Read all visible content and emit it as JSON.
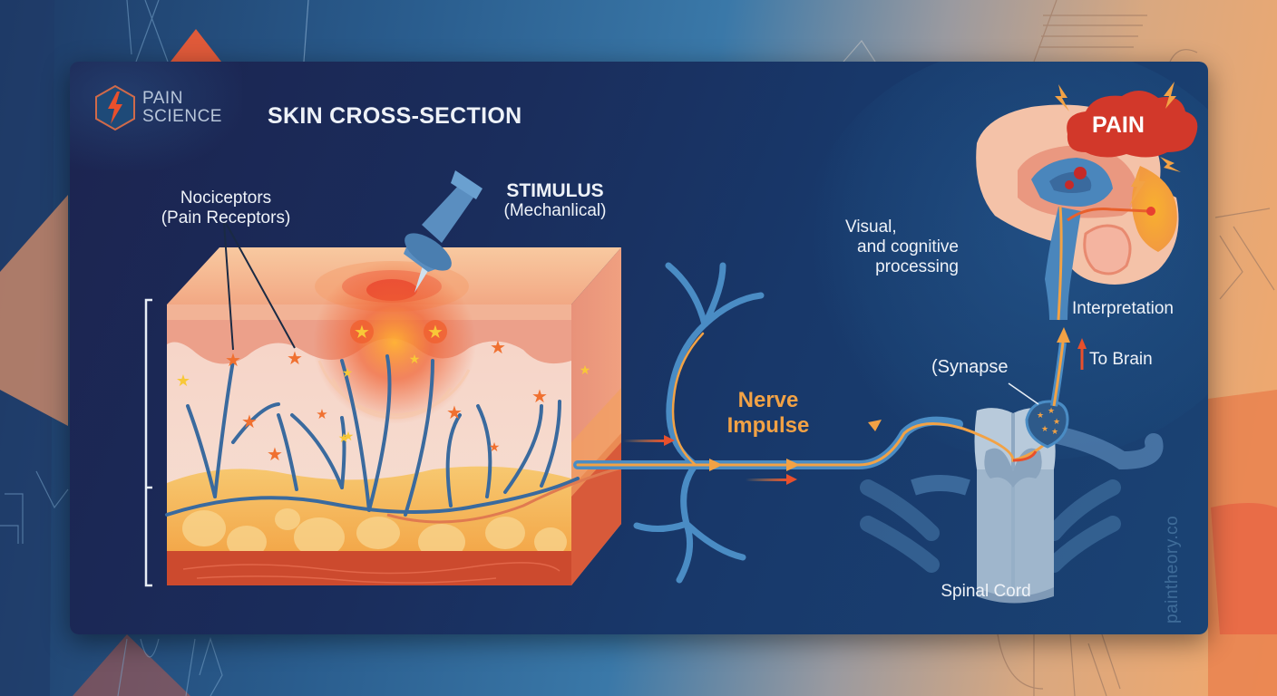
{
  "brand": {
    "logo_icon": "lightning-hexagon-icon",
    "name_line1": "PAIN",
    "name_line2": "SCIENCE"
  },
  "header": {
    "title": "SKIN CROSS-SECTION"
  },
  "skin_section": {
    "receptor_label_line1": "Nociceptors",
    "receptor_label_line2": "(Pain Receptors)",
    "stimulus_label": "STIMULUS",
    "stimulus_type": "(Mechanlical)",
    "stimulus_icon": "pushpin-icon"
  },
  "nerve": {
    "label_line1": "Nerve",
    "label_line2": "Impulse"
  },
  "spinal": {
    "synapse_label": "(Synapse",
    "to_brain_label": "To Brain",
    "spinal_cord_label": "Spinal Cord"
  },
  "brain": {
    "pain_label": "PAIN",
    "processing_line1": "Visual,",
    "processing_line2": "and cognitive",
    "processing_line3": "processing",
    "interpretation_label": "Interpretation"
  },
  "footer": {
    "watermark": "paintheory.co"
  },
  "colors": {
    "card_bg": "#1a2d5c",
    "accent_orange": "#f2a245",
    "accent_red": "#d8402c",
    "nerve_blue": "#4a8cc4",
    "skin_peach": "#f4b08a",
    "fat_yellow": "#f6c56a"
  }
}
